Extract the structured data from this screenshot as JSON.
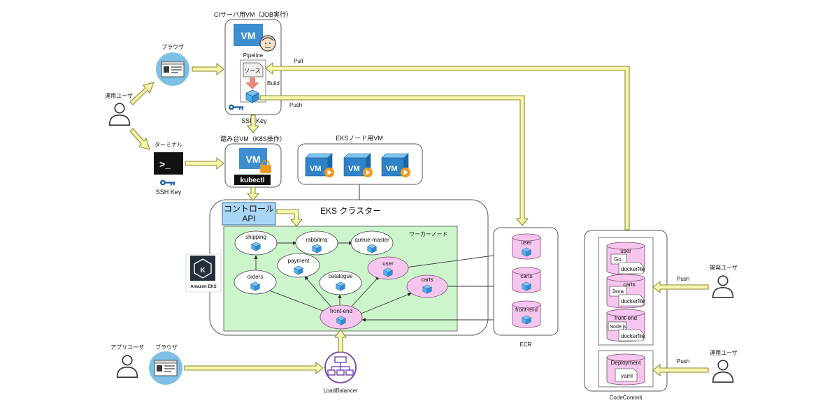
{
  "ci_vm": {
    "title": "CIサーバ用VM（JOB実行）",
    "vm": "VM",
    "pipeline": "Pipeline",
    "source": "ソース",
    "build": "Build",
    "ssh_key": "SSH Key"
  },
  "browser_ops": {
    "label": "ブラウザ"
  },
  "ops_user": {
    "label": "運用ユーザ"
  },
  "terminal": {
    "label": "ターミナル",
    "prompt": ">_",
    "ssh_key": "SSH Key"
  },
  "bastion": {
    "title": "踏み台VM（K8S操作）",
    "vm": "VM",
    "tool": "kubectl"
  },
  "eks_nodes": {
    "title": "EKSノード用VM",
    "vm": "VM"
  },
  "cluster": {
    "title": "EKS クラスター",
    "control_api": "コントロール\nAPI",
    "worker": "ワーカーノード",
    "amazon_eks": "Amazon EKS"
  },
  "services": {
    "shipping": "shipping",
    "rabbitmq": "rabbitmq",
    "queue_master": "queue-master",
    "payment": "payment",
    "user": "user",
    "orders": "orders",
    "catalogue": "catalogue",
    "carts": "carts",
    "front_end": "front-end"
  },
  "ecr": {
    "label": "ECR",
    "items": [
      "user",
      "carts",
      "front-end"
    ]
  },
  "codecommit": {
    "label": "CodeCommit",
    "repos": [
      {
        "name": "user",
        "lang": "Go",
        "file": "dockerfile"
      },
      {
        "name": "carts",
        "lang": "Java",
        "file": "dockerfile"
      },
      {
        "name": "front-end",
        "lang": "Node.js",
        "file": "dockerfile"
      }
    ],
    "deployment": {
      "name": "Deployment",
      "file": "yaml"
    }
  },
  "arrows": {
    "pull": "Pull",
    "push": "Push"
  },
  "dev_user": {
    "label": "開発ユーザ"
  },
  "ops_user2": {
    "label": "運用ユーザ"
  },
  "app_user": {
    "label": "アプリユーザ"
  },
  "browser_app": {
    "label": "ブラウザ"
  },
  "loadbalancer": {
    "label": "LoadBalancer"
  },
  "colors": {
    "yellow": "#f8f7b0",
    "worker_bg": "#ccf5cc",
    "pink": "#f7c6ee",
    "api": "#a9d6f5",
    "vm_blue": "#3d8ed0"
  }
}
